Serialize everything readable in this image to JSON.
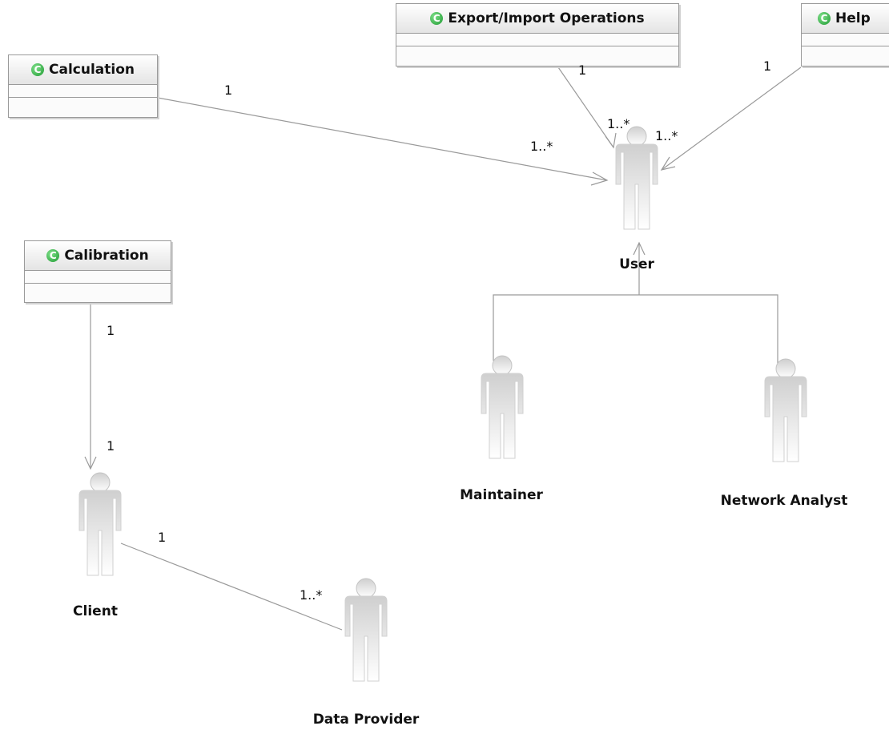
{
  "classes": {
    "calculation": "Calculation",
    "export_import": "Export/Import Operations",
    "help": "Help",
    "calibration": "Calibration"
  },
  "actors": {
    "user": "User",
    "maintainer": "Maintainer",
    "network_analyst": "Network Analyst",
    "client": "Client",
    "data_provider": "Data Provider"
  },
  "multiplicities": {
    "calc_end": "1",
    "calc_user_end": "1..*",
    "export_end": "1",
    "export_user_end": "1..*",
    "help_end": "1",
    "help_user_end": "1..*",
    "calibration_end": "1",
    "calibration_client_end": "1",
    "client_end": "1",
    "provider_end": "1..*"
  },
  "icons": {
    "class_icon": "C",
    "class_icon_color": "#2aa63c"
  },
  "colors": {
    "line": "#9a9a9a",
    "actor_body": "#d9d9d9"
  }
}
